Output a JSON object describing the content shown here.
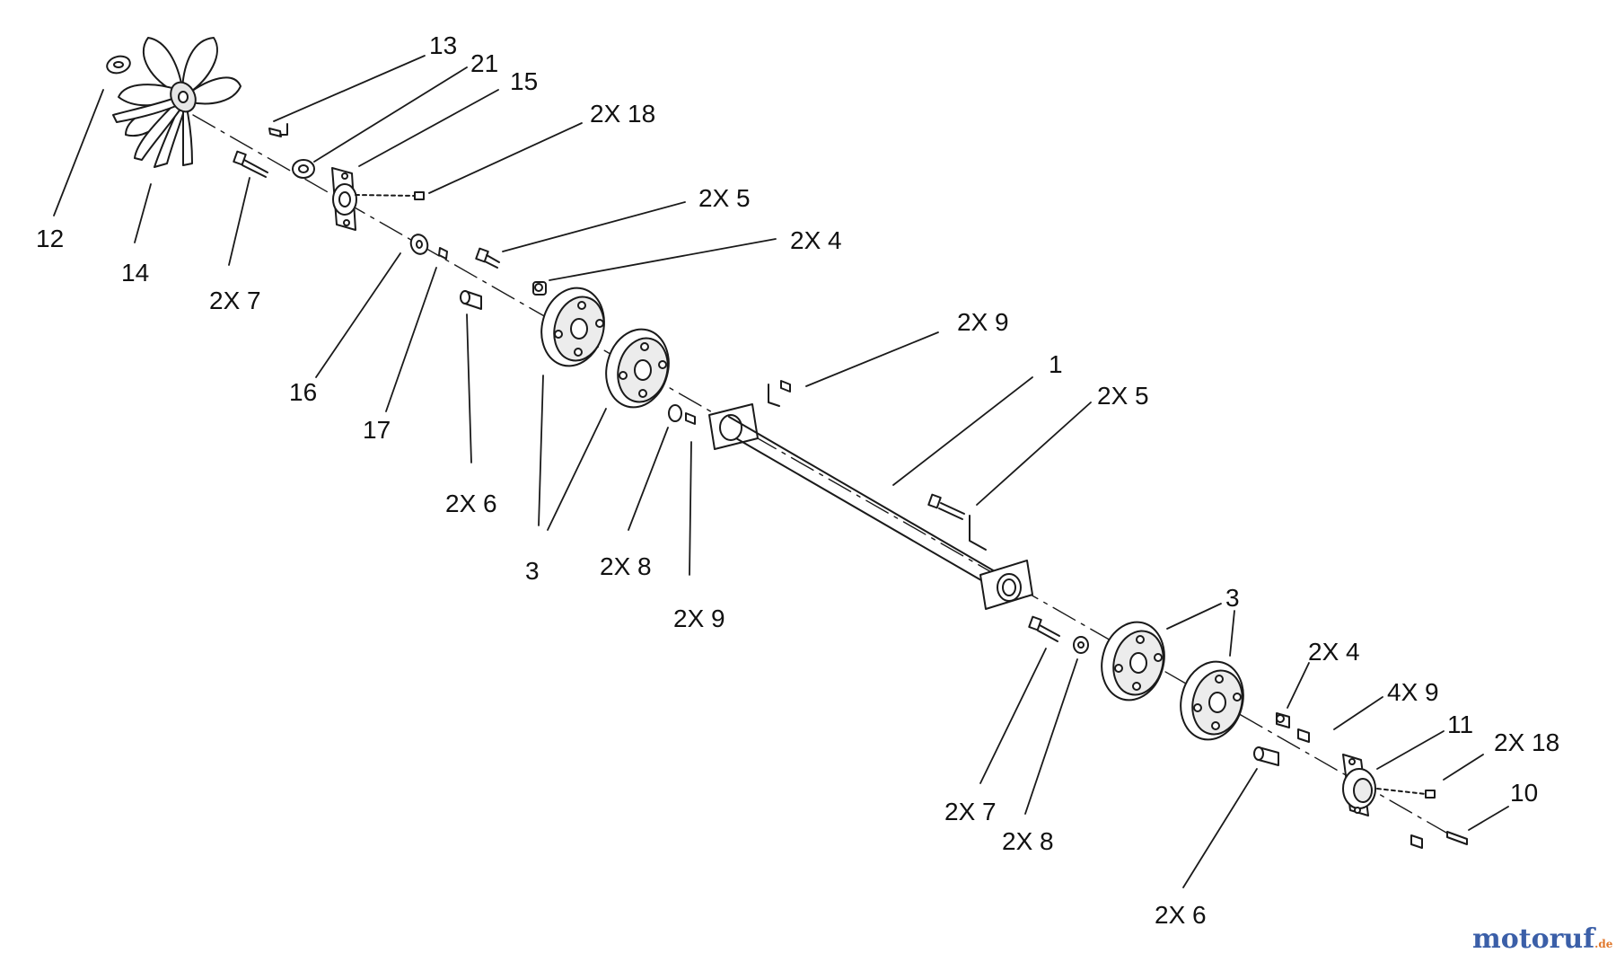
{
  "colors": {
    "line": "#1a1a1a",
    "part_fill": "#ffffff",
    "part_shade": "#d9d9d9",
    "watermark_blue": "#3b5fa8",
    "watermark_orange": "#e0762a"
  },
  "watermark": {
    "main": "motoruf",
    "suffix": ".de"
  },
  "callouts": [
    {
      "id": "c13a",
      "text": "13"
    },
    {
      "id": "c21",
      "text": "21"
    },
    {
      "id": "c15",
      "text": "15"
    },
    {
      "id": "c18a",
      "text": "2X 18"
    },
    {
      "id": "c12",
      "text": "12"
    },
    {
      "id": "c14",
      "text": "14"
    },
    {
      "id": "c7a",
      "text": "2X 7"
    },
    {
      "id": "c5a",
      "text": "2X 5"
    },
    {
      "id": "c4a",
      "text": "2X 4"
    },
    {
      "id": "c16",
      "text": "16"
    },
    {
      "id": "c17",
      "text": "17"
    },
    {
      "id": "c6a",
      "text": "2X 6"
    },
    {
      "id": "c9a",
      "text": "2X 9"
    },
    {
      "id": "c1",
      "text": "1"
    },
    {
      "id": "c5b",
      "text": "2X 5"
    },
    {
      "id": "c3a",
      "text": "3"
    },
    {
      "id": "c8a",
      "text": "2X 8"
    },
    {
      "id": "c9b",
      "text": "2X 9"
    },
    {
      "id": "c3b",
      "text": "3"
    },
    {
      "id": "c4b",
      "text": "2X 4"
    },
    {
      "id": "c9c",
      "text": "4X 9"
    },
    {
      "id": "c11",
      "text": "11"
    },
    {
      "id": "c18b",
      "text": "2X 18"
    },
    {
      "id": "c10",
      "text": "10"
    },
    {
      "id": "c7b",
      "text": "2X 7"
    },
    {
      "id": "c8b",
      "text": "2X 8"
    },
    {
      "id": "c6b",
      "text": "2X 6"
    }
  ]
}
